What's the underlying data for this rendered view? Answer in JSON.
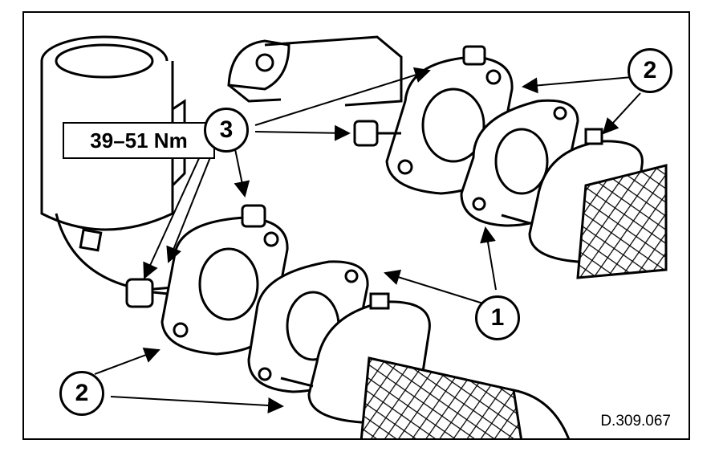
{
  "torque_label": "39–51 Nm",
  "callouts": {
    "one": "1",
    "two_top": "2",
    "two_bottom": "2",
    "three": "3"
  },
  "reference_code": "D.309.067"
}
